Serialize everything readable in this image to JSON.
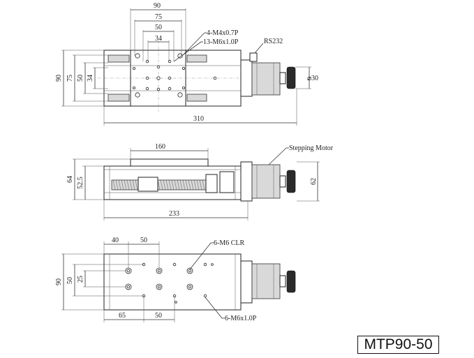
{
  "top_view": {
    "dims": {
      "w90": "90",
      "w75": "75",
      "w50": "50",
      "w34": "34",
      "h90": "90",
      "h75": "75",
      "h50": "50",
      "h34": "34",
      "length": "310",
      "knob_dia": "30"
    },
    "labels": {
      "tapped_small": "4-M4x0.7P",
      "tapped_large": "13-M6x1.0P",
      "connector": "RS232",
      "diameter_symbol": "⌀"
    }
  },
  "side_view": {
    "dims": {
      "carriage": "160",
      "h64": "64",
      "h52": "52.5",
      "base_length": "233",
      "motor_h": "62"
    },
    "labels": {
      "motor": "Stepping Motor"
    }
  },
  "bottom_view": {
    "dims": {
      "x40": "40",
      "x50a": "50",
      "h90": "90",
      "h50": "50",
      "h25": "25",
      "x65": "65",
      "x50b": "50"
    },
    "labels": {
      "clearance": "6-M6 CLR",
      "tapped": "6-M6x1.0P"
    }
  },
  "model": "MTP90-50"
}
